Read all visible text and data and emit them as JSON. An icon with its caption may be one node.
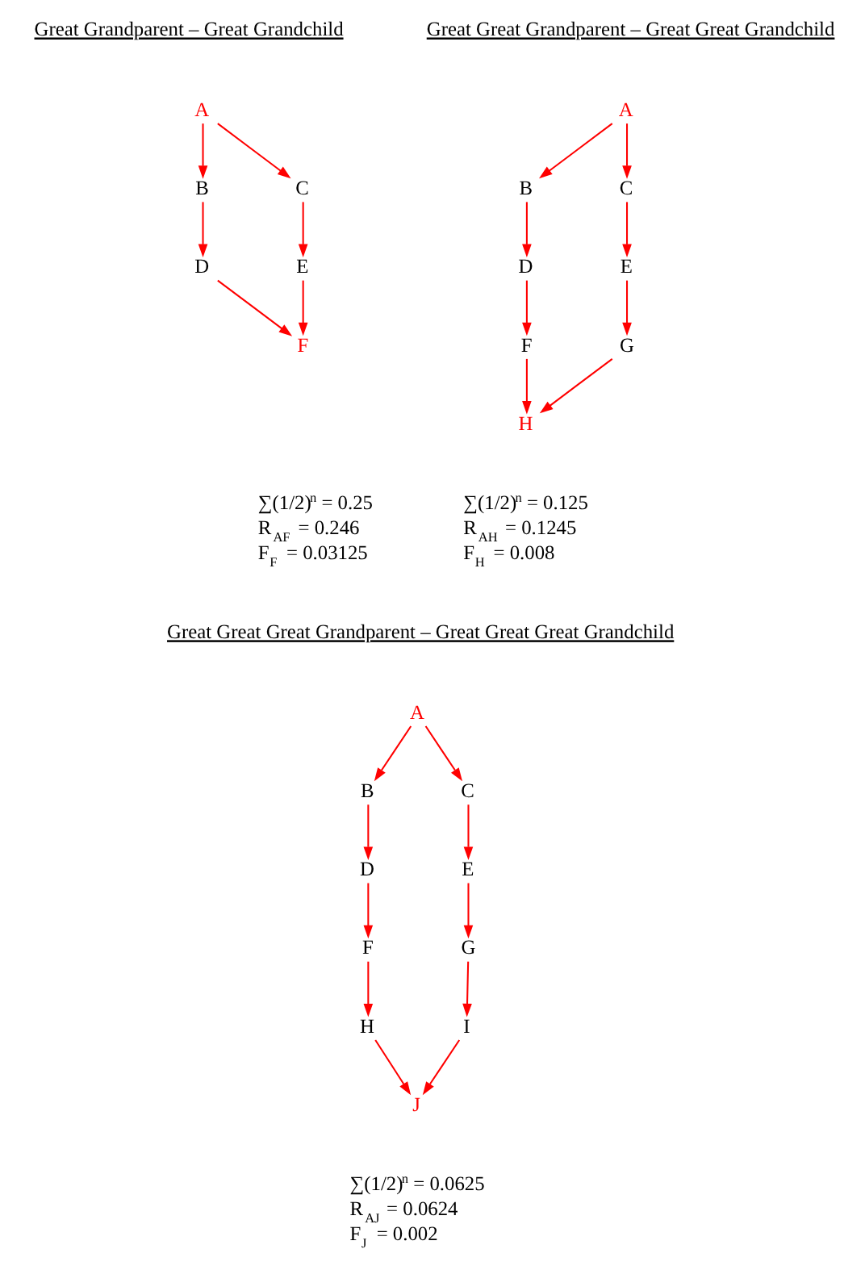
{
  "diagram": {
    "nodes": [
      {
        "text": [
          "A"
        ]
      },
      {
        "text": [
          "B"
        ]
      },
      {
        "text": [
          "C"
        ]
      },
      {
        "text": [
          "D"
        ]
      },
      {
        "text": [
          "E"
        ]
      },
      {
        "text": [
          "F"
        ]
      },
      {
        "text": [
          "A"
        ]
      },
      {
        "text": [
          "B"
        ]
      },
      {
        "text": [
          "C"
        ]
      },
      {
        "text": [
          "D"
        ]
      },
      {
        "text": [
          "E"
        ]
      },
      {
        "text": [
          "F"
        ]
      },
      {
        "text": [
          "G"
        ]
      },
      {
        "text": [
          "H"
        ]
      },
      {
        "text": [
          "A"
        ]
      },
      {
        "text": [
          "B"
        ]
      },
      {
        "text": [
          "C"
        ]
      },
      {
        "text": [
          "D"
        ]
      },
      {
        "text": [
          "E"
        ]
      },
      {
        "text": [
          "F"
        ]
      },
      {
        "text": [
          "G"
        ]
      },
      {
        "text": [
          "H"
        ]
      },
      {
        "text": [
          "I"
        ]
      },
      {
        "text": [
          "J"
        ]
      }
    ],
    "edges": [
      {
        "from": 0,
        "to": 1,
        "arrow": "to"
      },
      {
        "from": 0,
        "to": 2,
        "arrow": "to"
      },
      {
        "from": 1,
        "to": 3,
        "arrow": "to"
      },
      {
        "from": 2,
        "to": 4,
        "arrow": "to"
      },
      {
        "from": 3,
        "to": 5,
        "arrow": "to"
      },
      {
        "from": 4,
        "to": 5,
        "arrow": "to"
      },
      {
        "from": 6,
        "to": 7,
        "arrow": "to"
      },
      {
        "from": 6,
        "to": 8,
        "arrow": "to"
      },
      {
        "from": 7,
        "to": 9,
        "arrow": "to"
      },
      {
        "from": 8,
        "to": 10,
        "arrow": "to"
      },
      {
        "from": 9,
        "to": 11,
        "arrow": "to"
      },
      {
        "from": 10,
        "to": 12,
        "arrow": "to"
      },
      {
        "from": 11,
        "to": 13,
        "arrow": "to"
      },
      {
        "from": 12,
        "to": 13,
        "arrow": "to"
      },
      {
        "from": 14,
        "to": 15,
        "arrow": "to"
      },
      {
        "from": 14,
        "to": 16,
        "arrow": "to"
      },
      {
        "from": 15,
        "to": 17,
        "arrow": "to"
      },
      {
        "from": 16,
        "to": 18,
        "arrow": "to"
      },
      {
        "from": 17,
        "to": 19,
        "arrow": "to"
      },
      {
        "from": 18,
        "to": 20,
        "arrow": "to"
      },
      {
        "from": 19,
        "to": 21,
        "arrow": "to"
      },
      {
        "from": 20,
        "to": 22,
        "arrow": "to"
      },
      {
        "from": 21,
        "to": 23,
        "arrow": "to"
      },
      {
        "from": 22,
        "to": 23,
        "arrow": "to"
      }
    ],
    "labels": [
      "Great Grandparent – Great Grandchild",
      "Great Great Grandparent – Great Great Grandchild",
      "∑(1/2)$^{n}$ = 0.25",
      "R$_{AF}$ = 0.246",
      "F$_{F}$ = 0.03125",
      "∑(1/2)$^{n}$ = 0.125",
      "R$_{AH}$ = 0.1245",
      "F$_{H}$ = 0.008",
      "Great Great Great Grandparent – Great Great Great Grandchild",
      "∑(1/2)$^{n}$ = 0.0625",
      "R$_{AJ}$ = 0.0624",
      "F$_{J}$ = 0.002"
    ]
  }
}
